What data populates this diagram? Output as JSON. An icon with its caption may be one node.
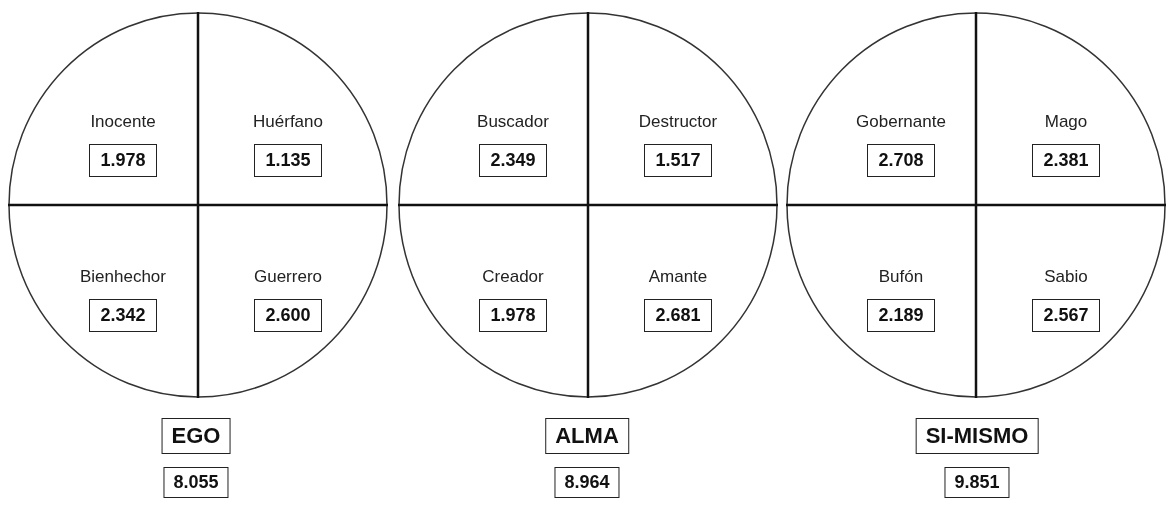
{
  "diagram": {
    "nodes": [
      {
        "text": [],
        "shape": "circle"
      },
      {
        "text": [
          "Inocente",
          "1.978"
        ],
        "in": 0
      },
      {
        "text": [
          "Huérfano",
          "1.135"
        ],
        "in": 0
      },
      {
        "text": [
          "Bienhechor",
          "2.342"
        ],
        "in": 0
      },
      {
        "text": [
          "Guerrero",
          "2.600"
        ],
        "in": 0
      },
      {
        "text": [],
        "shape": "circle"
      },
      {
        "text": [
          "Buscador",
          "2.349"
        ],
        "in": 5
      },
      {
        "text": [
          "Destructor",
          "1.517"
        ],
        "in": 5
      },
      {
        "text": [
          "Creador",
          "1.978"
        ],
        "in": 5
      },
      {
        "text": [
          "Amante",
          "2.681"
        ],
        "in": 5
      },
      {
        "text": [],
        "shape": "circle"
      },
      {
        "text": [
          "Gobernante",
          "2.708"
        ],
        "in": 10
      },
      {
        "text": [
          "Mago",
          "2.381"
        ],
        "in": 10
      },
      {
        "text": [
          "Bufón",
          "2.189"
        ],
        "in": 10
      },
      {
        "text": [
          "Sabio",
          "2.567"
        ],
        "in": 10
      },
      {
        "text": [
          "EGO"
        ]
      },
      {
        "text": [
          "8.055"
        ]
      },
      {
        "text": [
          "ALMA"
        ]
      },
      {
        "text": [
          "8.964"
        ]
      },
      {
        "text": [
          "SI-MISMO"
        ]
      },
      {
        "text": [
          "9.851"
        ]
      }
    ]
  }
}
